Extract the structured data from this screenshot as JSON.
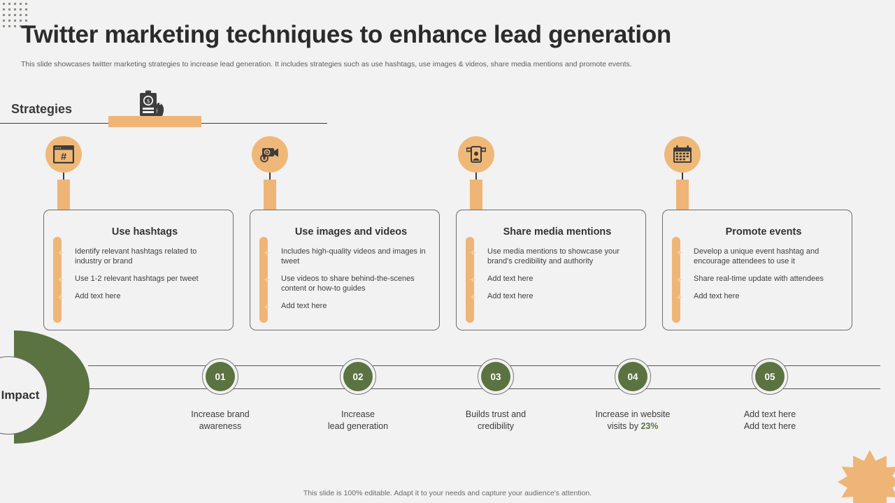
{
  "header": {
    "title": "Twitter marketing techniques to enhance lead generation",
    "subtitle": "This slide showcases twitter marketing strategies to increase lead generation. It includes strategies such as use hashtags, use images & videos, share media mentions and promote events."
  },
  "strategies_band": {
    "label": "Strategies",
    "icon": "clipboard-dollar-icon"
  },
  "strategies": [
    {
      "icon": "browser-hashtag-icon",
      "title": "Use hashtags",
      "bullets": [
        "Identify relevant  hashtags related to industry or brand",
        "Use 1-2 relevant  hashtags per tweet",
        "Add text here"
      ]
    },
    {
      "icon": "video-camera-photo-icon",
      "title": "Use images and videos",
      "bullets": [
        "Includes  high-quality videos  and images in tweet",
        "Use videos  to share  behind-the-scenes content or how-to  guides",
        "Add text here"
      ]
    },
    {
      "icon": "media-mention-person-icon",
      "title": "Share media mentions",
      "bullets": [
        "Use media  mentions  to showcase your  brand's  credibility and  authority",
        "Add text here",
        "Add text here"
      ]
    },
    {
      "icon": "calendar-icon",
      "title": "Promote events",
      "bullets": [
        "Develop  a  unique  event  hashtag and  encourage  attendees to use it",
        "Share  real-time  update  with attendees",
        "Add text here"
      ]
    }
  ],
  "impact": {
    "label": "Impact",
    "steps": [
      {
        "number": "01",
        "line1": "Increase brand",
        "line2": "awareness",
        "highlight": ""
      },
      {
        "number": "02",
        "line1": "Increase",
        "line2": "lead generation",
        "highlight": ""
      },
      {
        "number": "03",
        "line1": "Builds trust and",
        "line2": "credibility",
        "highlight": ""
      },
      {
        "number": "04",
        "line1": "Increase in website",
        "line2": "visits by ",
        "highlight": "23%"
      },
      {
        "number": "05",
        "line1": "Add text here",
        "line2": "Add text here",
        "highlight": ""
      }
    ]
  },
  "footer": {
    "text": "This slide is 100% editable. Adapt it to your needs and capture your audience's attention."
  },
  "colors": {
    "accent_orange": "#eeb577",
    "bubble_orange": "#f0b878",
    "accent_green": "#5a7340",
    "background": "#f2f2f2",
    "text_dark": "#2b2b2b"
  }
}
